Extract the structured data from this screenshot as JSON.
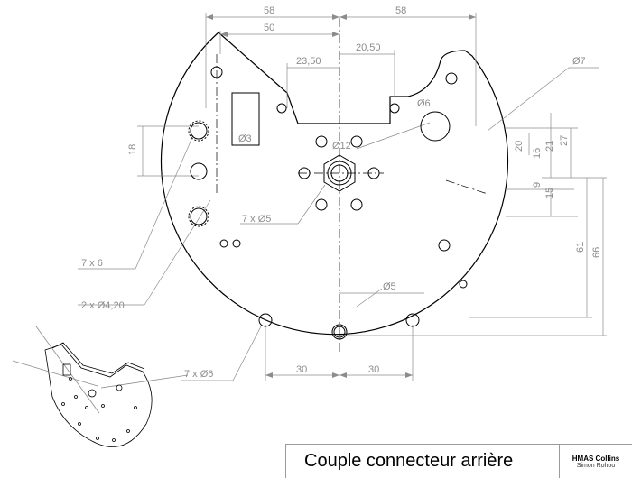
{
  "drawing": {
    "dimensions": {
      "top_58_left": "58",
      "top_58_right": "58",
      "top_50": "50",
      "top_23_50": "23,50",
      "top_20_50": "20,50",
      "bottom_30_left": "30",
      "bottom_30_right": "30",
      "right_20": "20",
      "right_16": "16",
      "right_21": "21",
      "right_27": "27",
      "right_9": "9",
      "right_15": "15",
      "right_61": "61",
      "right_66": "66",
      "left_18": "18"
    },
    "callouts": {
      "d7": "Ø7",
      "d6_top": "Ø6",
      "d12": "Ø12",
      "d3": "Ø3",
      "d5_center": "7 x Ø5",
      "d5_bottom": "Ø5",
      "left_7x6": "7 x 6",
      "left_2xd420": "2 x Ø4,20",
      "bottom_7xd6": "7 x Ø6"
    }
  },
  "title_block": {
    "title": "Couple connecteur arrière",
    "organization": "HMAS Collins",
    "author": "Simon Rohou"
  }
}
